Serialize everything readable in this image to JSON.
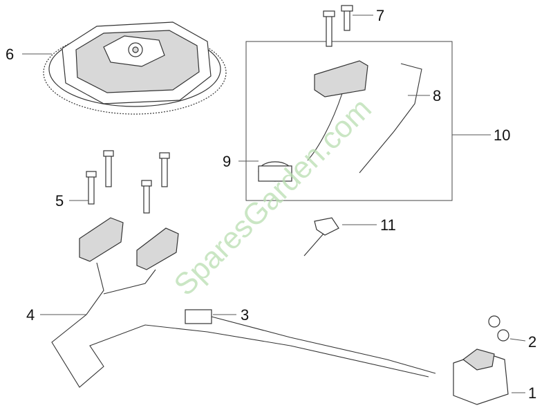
{
  "callouts": [
    {
      "id": "1",
      "text": "1"
    },
    {
      "id": "2",
      "text": "2"
    },
    {
      "id": "3",
      "text": "3"
    },
    {
      "id": "4",
      "text": "4"
    },
    {
      "id": "5",
      "text": "5"
    },
    {
      "id": "6",
      "text": "6"
    },
    {
      "id": "7",
      "text": "7"
    },
    {
      "id": "8",
      "text": "8"
    },
    {
      "id": "9",
      "text": "9"
    },
    {
      "id": "10",
      "text": "10"
    },
    {
      "id": "11",
      "text": "11"
    }
  ],
  "watermark": {
    "text": "SparesGarden.com",
    "color": "#b8deb0"
  },
  "colors": {
    "line": "#333333",
    "label": "#111111",
    "background": "#ffffff"
  }
}
